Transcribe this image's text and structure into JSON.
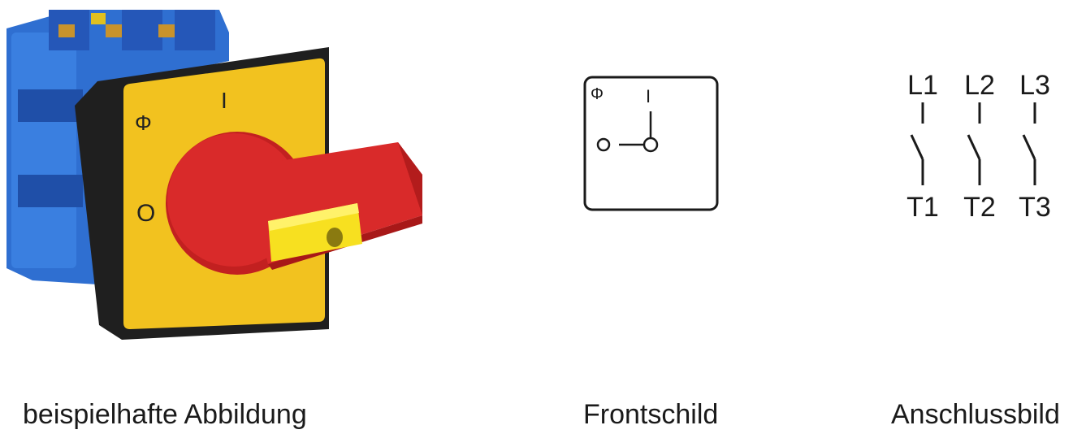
{
  "photo": {
    "panel_symbol_on": "I",
    "panel_symbol_off": "O",
    "panel_symbol_phi": "Φ",
    "colors": {
      "body": "#2f6fd1",
      "faceplate": "#f2c21f",
      "frame": "#1f1f1f",
      "knob": "#d92a2a",
      "lock": "#f7e020"
    }
  },
  "front_plate": {
    "phi": "Φ",
    "on": "I"
  },
  "connection": {
    "terminals_top": [
      "L1",
      "L2",
      "L3"
    ],
    "terminals_bottom": [
      "T1",
      "T2",
      "T3"
    ]
  },
  "captions": {
    "photo": "beispielhafte Abbildung",
    "front": "Frontschild",
    "connection": "Anschlussbild"
  }
}
